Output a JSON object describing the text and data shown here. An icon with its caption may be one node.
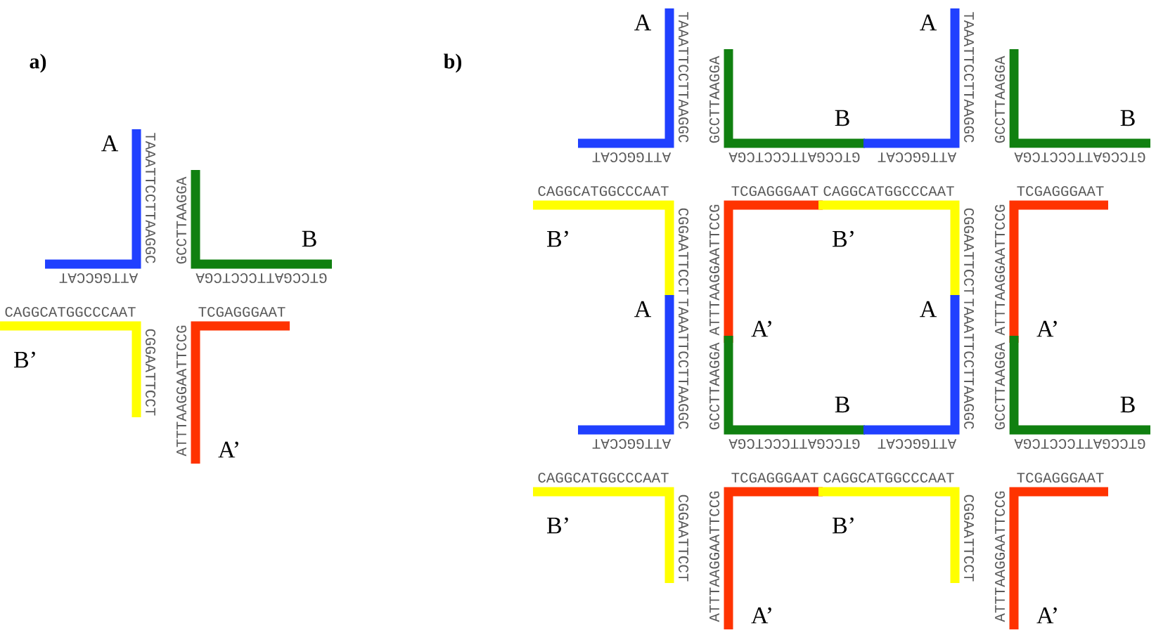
{
  "diagram": {
    "labels": [
      "a)",
      "b)",
      "A",
      "TAAATTCCTTAAGGC",
      "ATTGGCCAT",
      "GCCTTAAGGA",
      "B",
      "GTCCGATTCCCTCGA",
      "CAGGCATGGCCCAAT",
      "B’",
      "CGGAATTCCT",
      "TCGAGGGAAT",
      "ATTTAAGGAATTCCG",
      "A’",
      "A",
      "TAAATTCCTTAAGGC",
      "ATTGGCCAT",
      "GCCTTAAGGA",
      "B",
      "GTCCGATTCCCTCGA",
      "CAGGCATGGCCCAAT",
      "B’",
      "CGGAATTCCT",
      "TCGAGGGAAT",
      "ATTTAAGGAATTCCG",
      "A’",
      "A",
      "TAAATTCCTTAAGGC",
      "ATTGGCCAT",
      "GCCTTAAGGA",
      "B",
      "GTCCGATTCCCTCGA",
      "CAGGCATGGCCCAAT",
      "B’",
      "CGGAATTCCT",
      "TCGAGGGAAT",
      "ATTTAAGGAATTCCG",
      "A’",
      "A",
      "TAAATTCCTTAAGGC",
      "ATTGGCCAT",
      "GCCTTAAGGA",
      "B",
      "GTCCGATTCCCTCGA",
      "CAGGCATGGCCCAAT",
      "B’",
      "CGGAATTCCT",
      "TCGAGGGAAT",
      "ATTTAAGGAATTCCG",
      "A’",
      "A",
      "TAAATTCCTTAAGGC",
      "ATTGGCCAT",
      "GCCTTAAGGA",
      "B",
      "GTCCGATTCCCTCGA",
      "CAGGCATGGCCCAAT",
      "B’",
      "CGGAATTCCT",
      "TCGAGGGAAT",
      "ATTTAAGGAATTCCG",
      "A’"
    ]
  }
}
